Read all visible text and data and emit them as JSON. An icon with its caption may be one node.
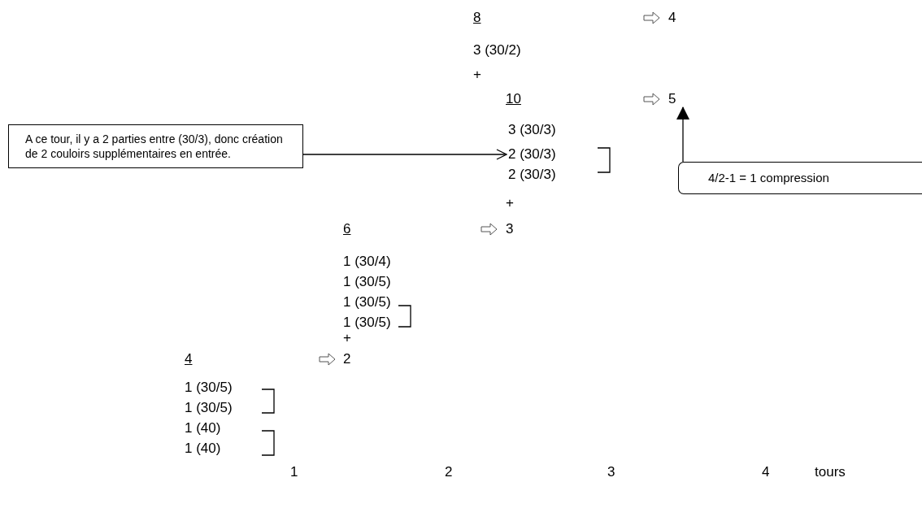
{
  "diagram": {
    "nodes": [
      {
        "text": [
          "5"
        ]
      },
      {
        "text": [
          "A ce tour, il y a 2 parties entre (30/3), donc création de 2 couloirs supplémentaires en entrée."
        ]
      },
      {
        "text": [
          "2 (30/3)"
        ]
      },
      {
        "text": [
          "4/2-1 = 1 compression"
        ]
      }
    ],
    "edges": [
      {
        "from": 1,
        "to": 2,
        "arrow": "to"
      },
      {
        "from": 3,
        "to": 0,
        "arrow": "to"
      }
    ],
    "labels": [
      "8",
      "4",
      "3 (30/2)",
      "+",
      "10",
      "3 (30/3)",
      "2 (30/3)",
      "+",
      "6",
      "3",
      "1 (30/4)",
      "1 (30/5)",
      "1 (30/5)",
      "1 (30/5)",
      "+",
      "4",
      "2",
      "1 (30/5)",
      "1 (30/5)",
      "1 (40)",
      "1 (40)",
      "1",
      "2",
      "3",
      "4",
      "tours"
    ]
  }
}
